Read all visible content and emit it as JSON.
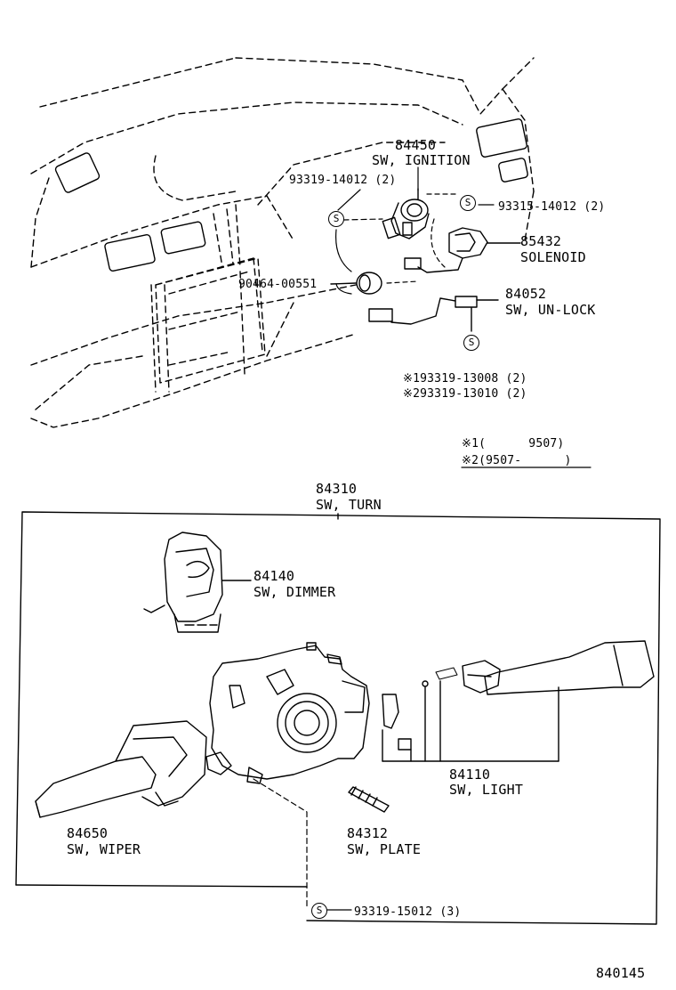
{
  "parts": {
    "p84450": {
      "number": "84450",
      "name": "SW, IGNITION"
    },
    "p93319_14012": {
      "number": "93319-14012 (2)"
    },
    "p93315_14012": {
      "number": "93315-14012 (2)"
    },
    "p85432": {
      "number": "85432",
      "name": "SOLENOID"
    },
    "p90464_00551": {
      "number": "90464-00551"
    },
    "p84052": {
      "number": "84052",
      "name": "SW, UN-LOCK"
    },
    "p93319_13008": {
      "number": "※193319-13008 (2)"
    },
    "p93319_13010": {
      "number": "※293319-13010 (2)"
    },
    "p84310": {
      "number": "84310",
      "name": "SW, TURN"
    },
    "p84140": {
      "number": "84140",
      "name": "SW, DIMMER"
    },
    "p84110": {
      "number": "84110",
      "name": "SW, LIGHT"
    },
    "p84650": {
      "number": "84650",
      "name": "SW, WIPER"
    },
    "p84312": {
      "number": "84312",
      "name": "SW, PLATE"
    },
    "p93319_15012": {
      "number": "93319-15012 (3)"
    }
  },
  "notes": {
    "note1": "※1(      9507)",
    "note2": "※2(9507-      )"
  },
  "screw_symbol": "S",
  "figure_number": "840145"
}
